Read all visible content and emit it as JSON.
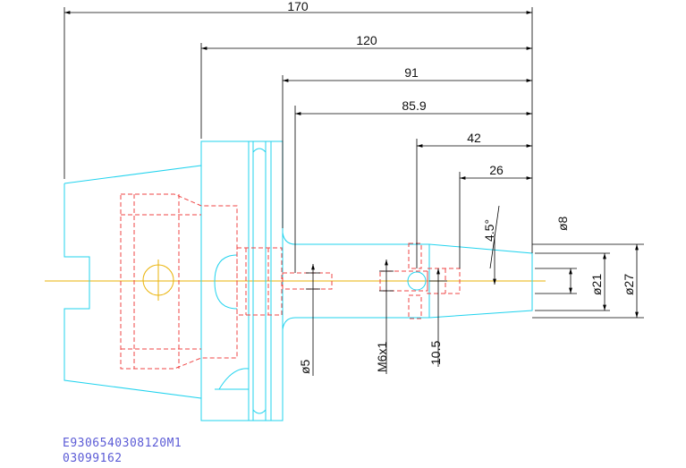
{
  "dims": {
    "d170": "170",
    "d120": "120",
    "d91": "91",
    "d85_9": "85.9",
    "d42": "42",
    "d26": "26",
    "angle": "4.5°",
    "dia8": "ø8",
    "dia21": "ø21",
    "dia27": "ø27",
    "dia5": "ø5",
    "m6": "M6x1",
    "d10_5": "10.5"
  },
  "footer": {
    "line1": "E9306540308120M1",
    "line2": "03099162"
  }
}
